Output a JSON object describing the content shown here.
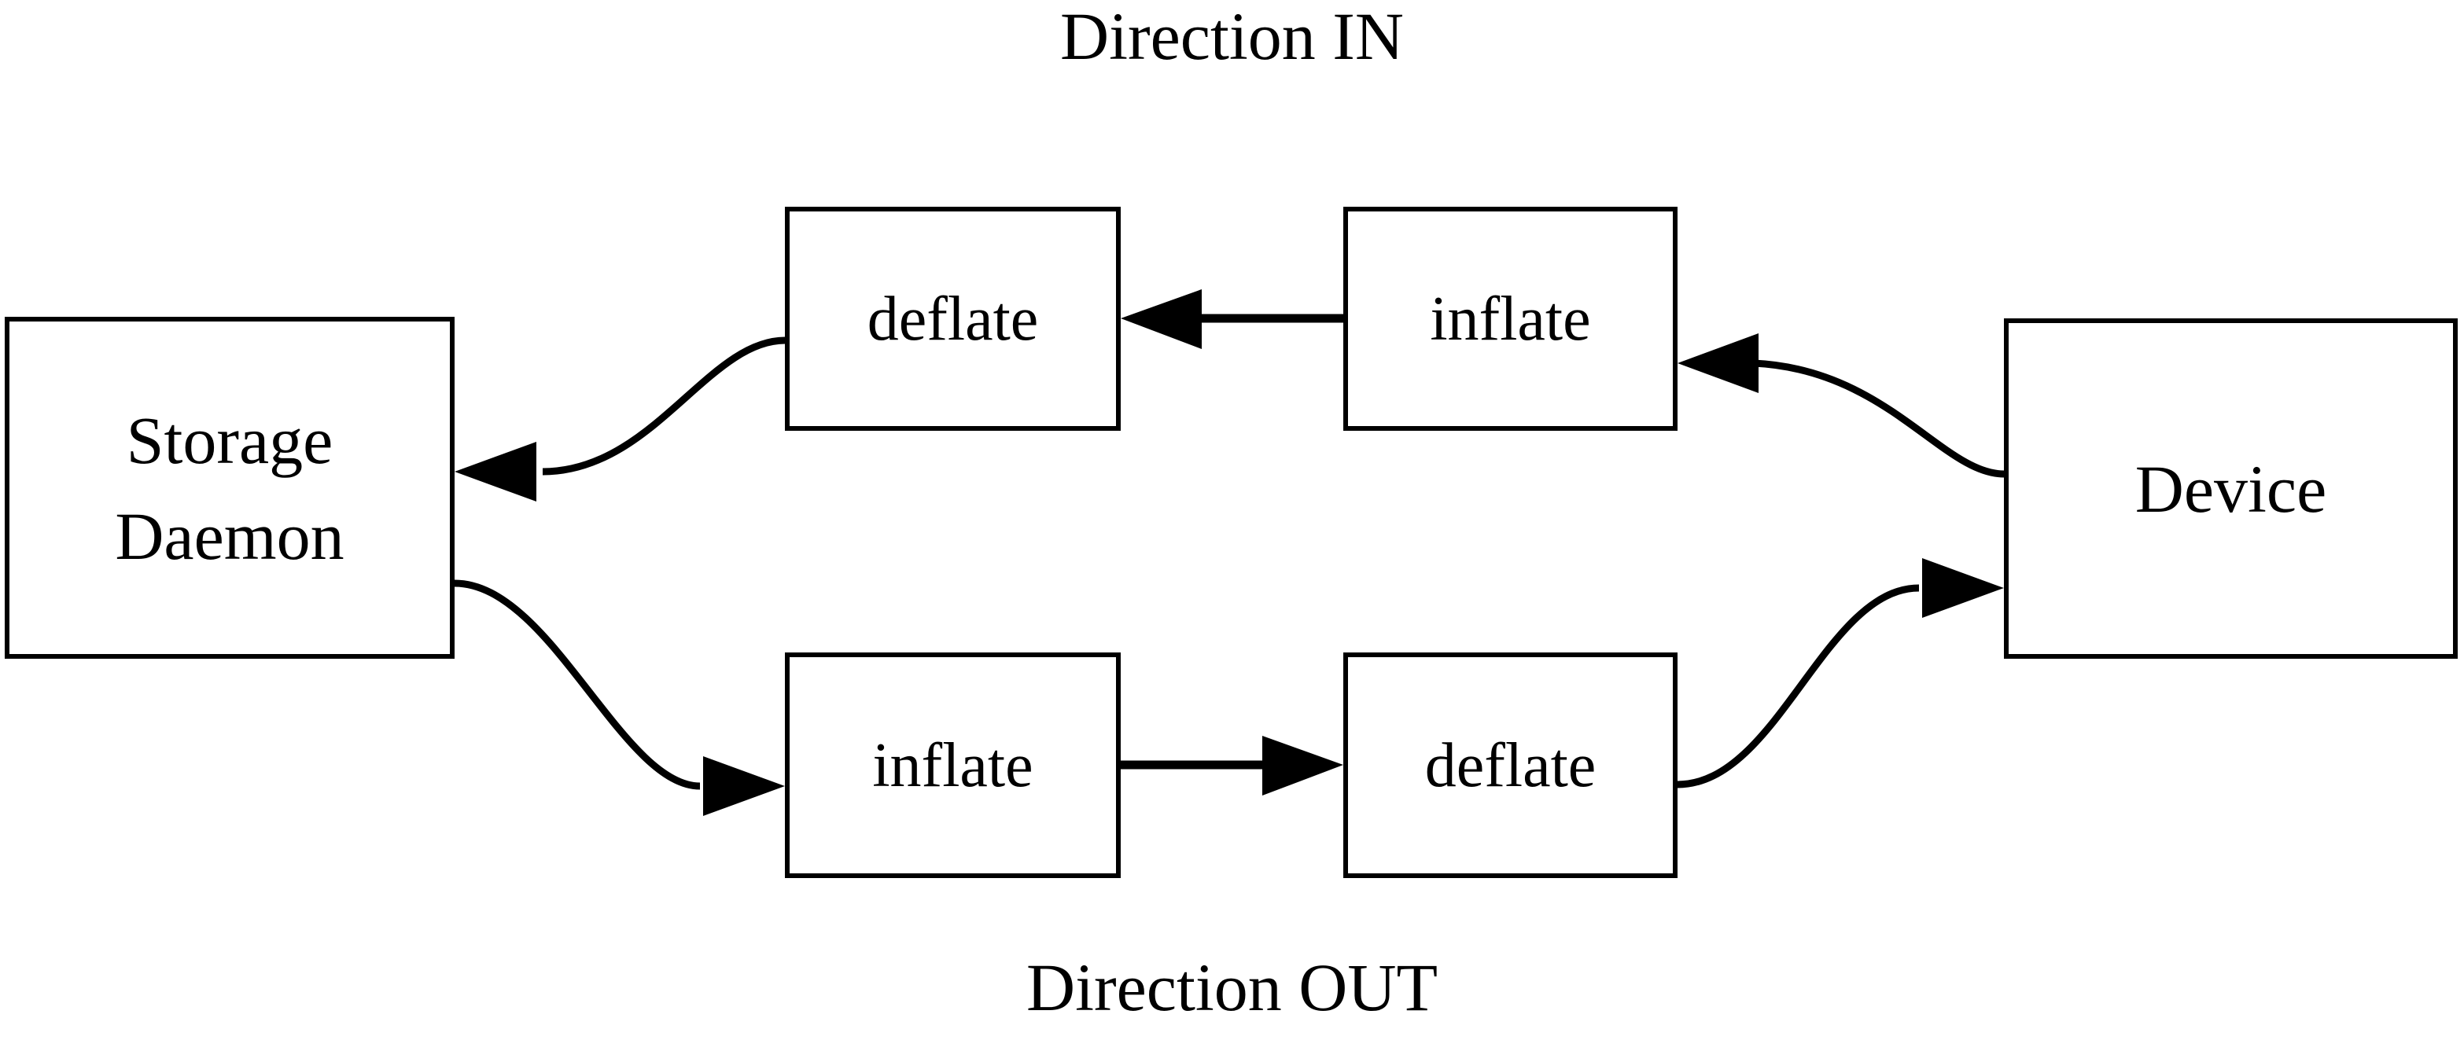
{
  "diagram": {
    "title_top": "Direction IN",
    "title_bottom": "Direction OUT",
    "stroke_color": "#000000",
    "background_color": "#ffffff",
    "nodes": [
      {
        "id": "storage-daemon",
        "label_line1": "Storage",
        "label_line2": "Daemon"
      },
      {
        "id": "deflate-in",
        "label": "deflate"
      },
      {
        "id": "inflate-in",
        "label": "inflate"
      },
      {
        "id": "device",
        "label": "Device"
      },
      {
        "id": "inflate-out",
        "label": "inflate"
      },
      {
        "id": "deflate-out",
        "label": "deflate"
      }
    ],
    "edges": [
      {
        "from": "device",
        "to": "inflate-in",
        "direction": "left",
        "shape": "curve"
      },
      {
        "from": "inflate-in",
        "to": "deflate-in",
        "direction": "left",
        "shape": "straight"
      },
      {
        "from": "deflate-in",
        "to": "storage-daemon",
        "direction": "left",
        "shape": "curve"
      },
      {
        "from": "storage-daemon",
        "to": "inflate-out",
        "direction": "right",
        "shape": "curve"
      },
      {
        "from": "inflate-out",
        "to": "deflate-out",
        "direction": "right",
        "shape": "straight"
      },
      {
        "from": "deflate-out",
        "to": "device",
        "direction": "right",
        "shape": "curve"
      }
    ]
  }
}
